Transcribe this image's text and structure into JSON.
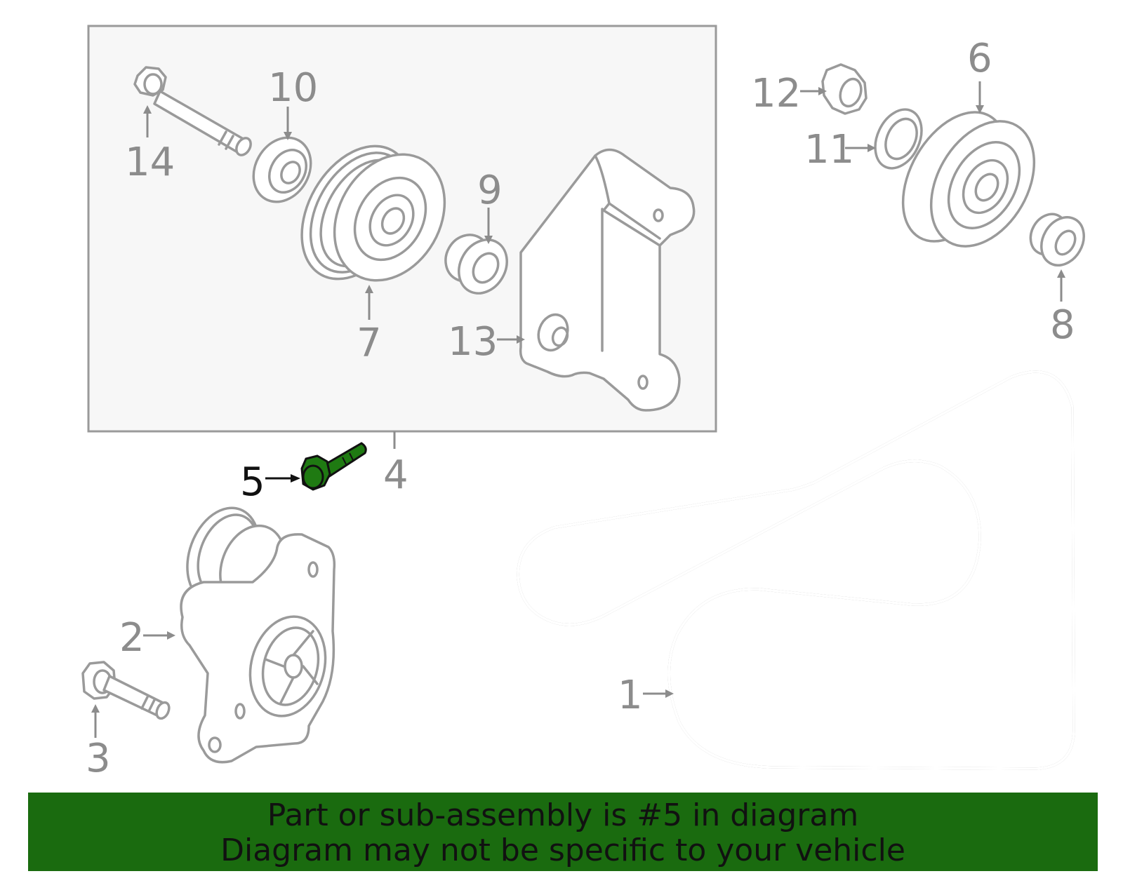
{
  "diagram": {
    "callouts": {
      "c1": "1",
      "c2": "2",
      "c3": "3",
      "c4": "4",
      "c5": "5",
      "c6": "6",
      "c7": "7",
      "c8": "8",
      "c9": "9",
      "c10": "10",
      "c11": "11",
      "c12": "12",
      "c13": "13",
      "c14": "14"
    },
    "highlighted_part": "5",
    "highlight_color": "#1f7a12"
  },
  "banner": {
    "line1": "Part or sub-assembly is #5 in diagram",
    "line2": "Diagram may not be specific to your vehicle",
    "background": "#1a6b0f"
  }
}
